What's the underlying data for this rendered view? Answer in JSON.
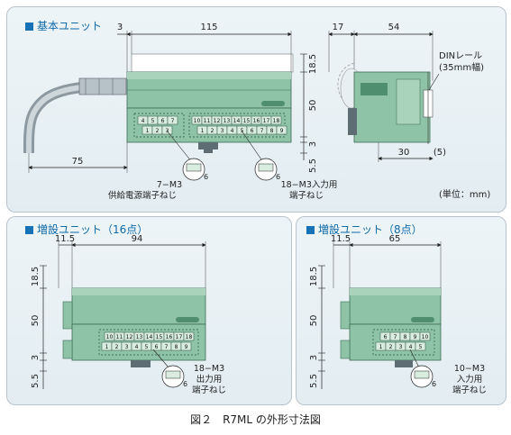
{
  "figure": {
    "caption": "図２　R7ML の外形寸法図",
    "colors": {
      "accent": "#1771b6",
      "panel_bg": "#e6eff3",
      "body_green": "#8fc3a7",
      "body_dark": "#4f8f6f",
      "terminal": "#d8ecdf",
      "cable": "#9aa7af"
    }
  },
  "base_unit": {
    "title": "基本ユニット",
    "dims": {
      "d3": "3",
      "d115": "115",
      "d17": "17",
      "d54": "54",
      "d18_5": "18.5",
      "d50": "50",
      "d3b": "3",
      "d5_5": "5.5",
      "d75": "75",
      "d30": "30",
      "d5p": "(5)"
    },
    "terminal_top": [
      "4",
      "5",
      "6",
      "7"
    ],
    "terminal_bottom": [
      "1",
      "2",
      "3"
    ],
    "input_top": [
      "10",
      "11",
      "12",
      "13",
      "14",
      "15",
      "16",
      "17",
      "18"
    ],
    "input_bottom": [
      "1",
      "2",
      "3",
      "4",
      "5",
      "6",
      "7",
      "8",
      "9"
    ],
    "label_power": [
      "7−M3",
      "供給電源端子ねじ"
    ],
    "label_input": [
      "18−M3入力用",
      "端子ねじ"
    ],
    "din_label": [
      "DINレール",
      "(35mm幅)"
    ],
    "unit_note": "(単位：mm)",
    "screw_small": "6"
  },
  "ext16": {
    "title": "増設ユニット（16点）",
    "dims": {
      "d11_5": "11.5",
      "d94": "94",
      "d18_5": "18.5",
      "d50": "50",
      "d3": "3",
      "d5_5": "5.5"
    },
    "top": [
      "10",
      "11",
      "12",
      "13",
      "14",
      "15",
      "16",
      "17",
      "18"
    ],
    "bottom": [
      "1",
      "2",
      "3",
      "4",
      "5",
      "6",
      "7",
      "8",
      "9"
    ],
    "label": [
      "18−M3",
      "出力用",
      "端子ねじ"
    ],
    "screw_small": "6"
  },
  "ext8": {
    "title": "増設ユニット（8点）",
    "dims": {
      "d11_5": "11.5",
      "d65": "65",
      "d18_5": "18.5",
      "d50": "50",
      "d3": "3",
      "d5_5": "5.5"
    },
    "top": [
      "6",
      "7",
      "8",
      "9",
      "10"
    ],
    "bottom": [
      "1",
      "2",
      "3",
      "4",
      "5"
    ],
    "label": [
      "10−M3",
      "入力用",
      "端子ねじ"
    ],
    "screw_small": "6"
  }
}
